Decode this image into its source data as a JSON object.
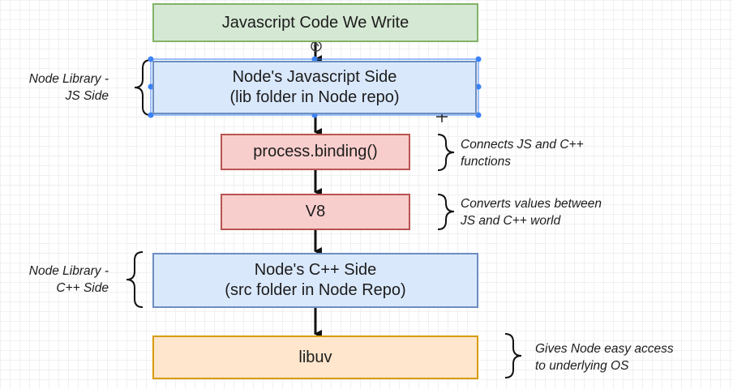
{
  "diagram": {
    "boxes": {
      "js_code": "Javascript Code We Write",
      "node_js_side": [
        "Node's Javascript Side",
        "(lib folder in Node repo)"
      ],
      "process_binding": "process.binding()",
      "v8": "V8",
      "node_cpp_side": [
        "Node's C++ Side",
        "(src folder in Node Repo)"
      ],
      "libuv": "libuv"
    },
    "annotations": {
      "node_library_js": [
        "Node Library -",
        "JS Side"
      ],
      "node_library_cpp": [
        "Node Library -",
        "C++ Side"
      ],
      "connects": [
        "Connects JS and C++",
        "functions"
      ],
      "converts": [
        "Converts values between",
        "JS and C++ world"
      ],
      "gives_access": [
        "Gives Node easy access",
        "to underlying OS"
      ]
    },
    "colors": {
      "green_fill": "#d5e8d4",
      "green_stroke": "#82b366",
      "blue_fill": "#dae8fc",
      "blue_stroke": "#6c8ebf",
      "red_fill": "#f8cecc",
      "red_stroke": "#b85450",
      "orange_fill": "#ffe6cc",
      "orange_stroke": "#d79b00",
      "selection_handle": "#3b82f6"
    }
  }
}
